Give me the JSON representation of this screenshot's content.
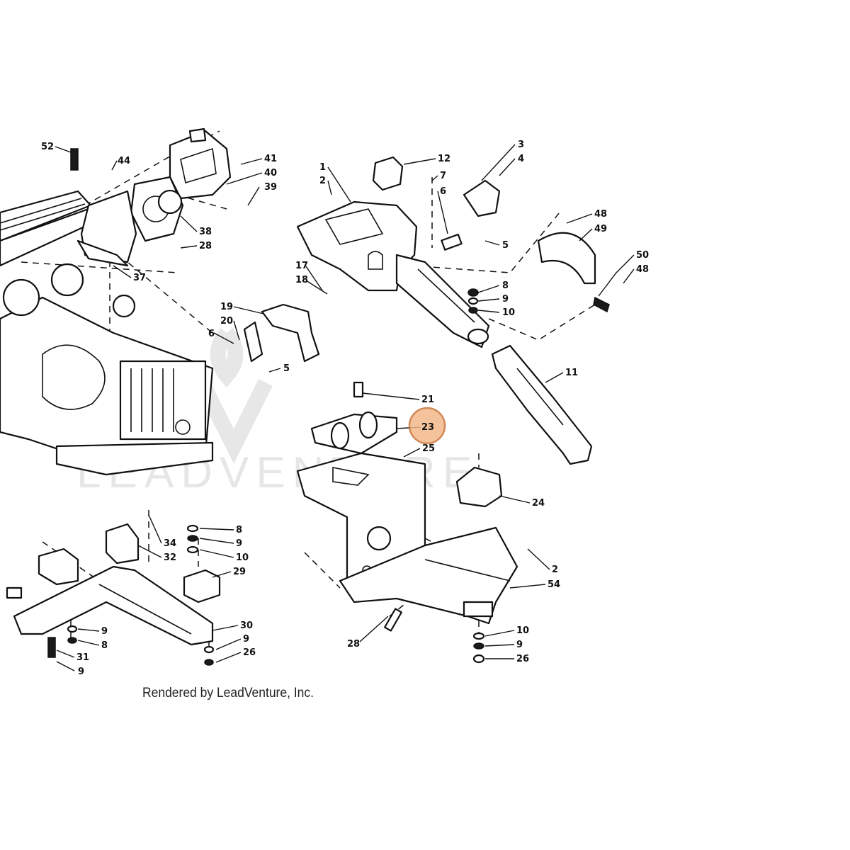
{
  "watermark": {
    "text": "LEADVENTURE"
  },
  "credit": "Rendered by LeadVenture, Inc.",
  "highlight": {
    "callout": "23",
    "color": "#f4b98a",
    "border_color": "#c9743a"
  },
  "callouts": {
    "c52": "52",
    "c44": "44",
    "c41": "41",
    "c40": "40",
    "c39": "39",
    "c38": "38",
    "c28a": "28",
    "c37": "37",
    "c1": "1",
    "c2a": "2",
    "c12": "12",
    "c3": "3",
    "c4": "4",
    "c7": "7",
    "c6a": "6",
    "c5a": "5",
    "c48a": "48",
    "c49": "49",
    "c50": "50",
    "c48b": "48",
    "c8a": "8",
    "c9a": "9",
    "c10a": "10",
    "c17": "17",
    "c18": "18",
    "c19": "19",
    "c20": "20",
    "c6b": "6",
    "c5b": "5",
    "c11": "11",
    "c21": "21",
    "c23": "23",
    "c25": "25",
    "c24": "24",
    "c2b": "2",
    "c54": "54",
    "c28b": "28",
    "c10b": "10",
    "c9b": "9",
    "c26a": "26",
    "c34": "34",
    "c32": "32",
    "c8b": "8",
    "c9c": "9",
    "c10c": "10",
    "c29": "29",
    "c30": "30",
    "c9d": "9",
    "c8c": "8",
    "c31": "31",
    "c9e": "9",
    "c9f": "9",
    "c26b": "26"
  }
}
